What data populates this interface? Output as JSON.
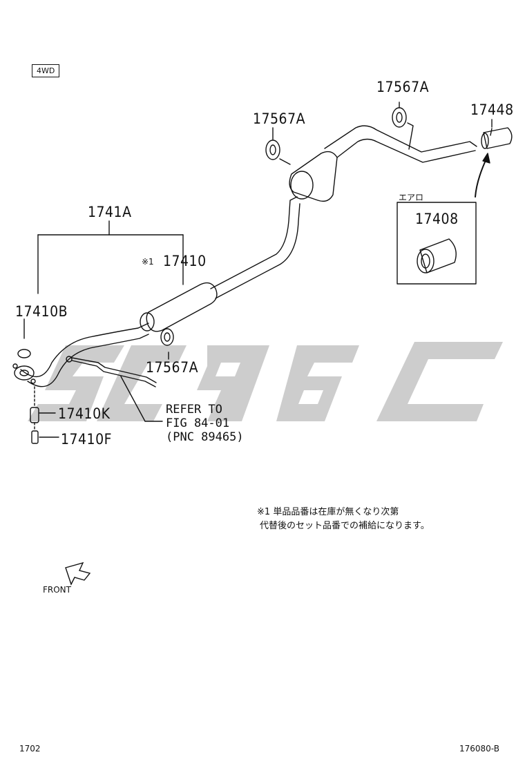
{
  "badge": "4WD",
  "parts": {
    "p17567A_top": "17567A",
    "p17567A_mid": "17567A",
    "p17448": "17448",
    "aero_label": "エアロ",
    "p17408": "17408",
    "p1741A": "1741A",
    "p17410_mark": "※1",
    "p17410": "17410",
    "p17410B": "17410B",
    "p17567A_low": "17567A",
    "p17410K": "17410K",
    "p17410F": "17410F"
  },
  "refer": {
    "line1": "REFER TO",
    "line2": "FIG 84-01",
    "line3": "(PNC 89465)"
  },
  "note": {
    "mark": "※1",
    "line1": "単品品番は在庫が無くなり次第",
    "line2": "代替後のセット品番での補給になります。"
  },
  "front_label": "FRONT",
  "footer": {
    "left": "1702",
    "right": "176080-B"
  },
  "watermark_color": "#c8c8c8"
}
